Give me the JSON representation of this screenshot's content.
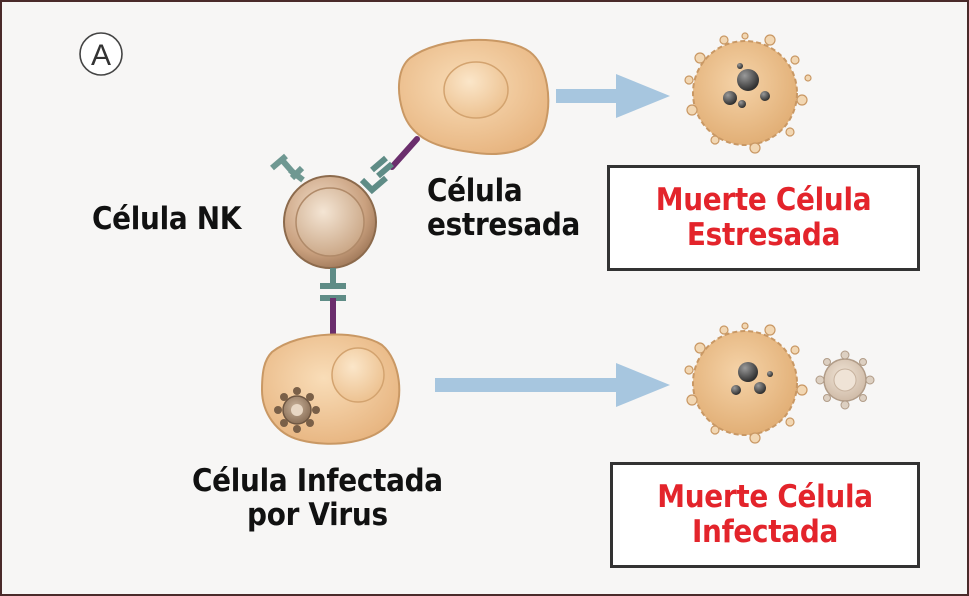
{
  "panel_letter": "A",
  "labels": {
    "nk_cell": "Célula NK",
    "stressed_cell": [
      "Célula",
      "estresada"
    ],
    "infected_cell": [
      "Célula Infectada",
      "por Virus"
    ]
  },
  "outcomes": {
    "stressed": [
      "Muerte Célula",
      "Estresada"
    ],
    "infected": [
      "Muerte Célula",
      "Infectada"
    ]
  },
  "colors": {
    "cell_fill": "#f1c99a",
    "cell_edge": "#b8895a",
    "nucleus": "#f7dcb8",
    "nk_fill": "#d8b89a",
    "receptor": "#5f8c86",
    "ligand": "#6b2e6d",
    "arrow": "#9fc1dd",
    "outcome_text": "#e3242b"
  }
}
